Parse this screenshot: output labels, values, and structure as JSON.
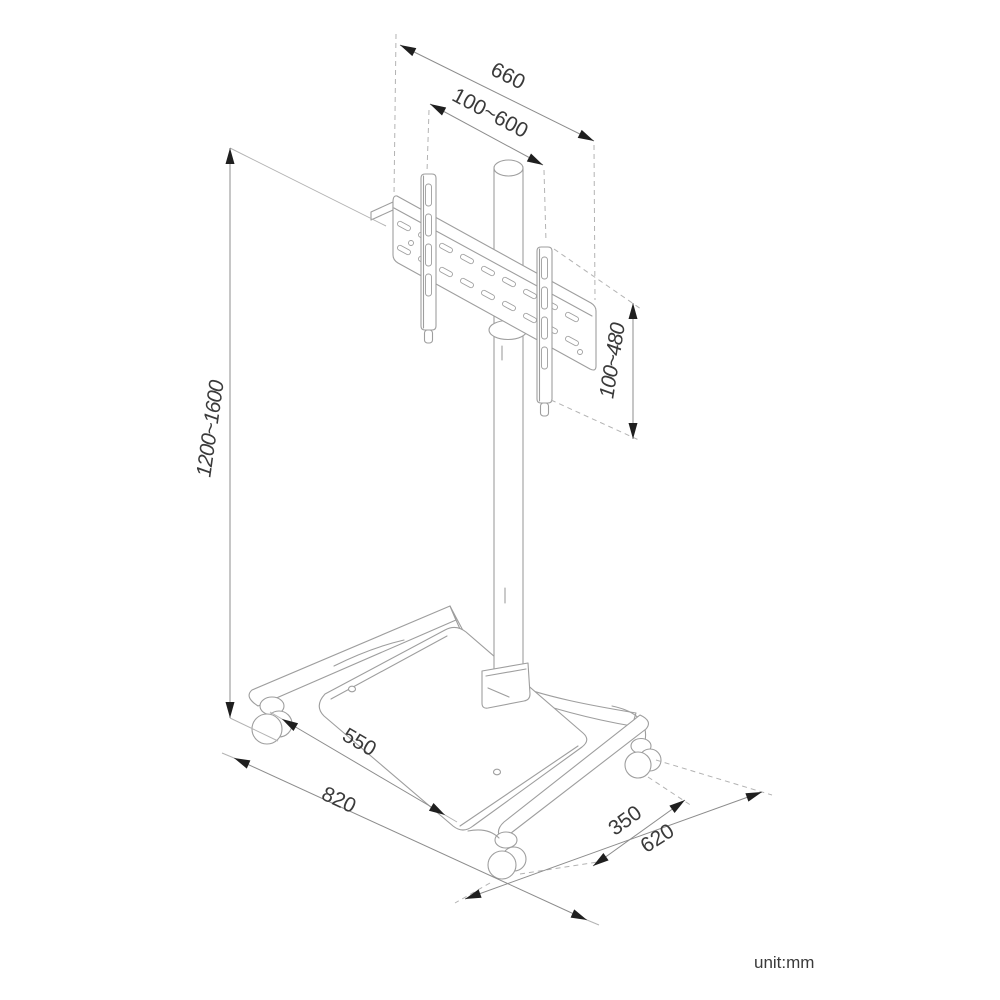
{
  "drawing": {
    "title": "tv-floor-stand-dimension-drawing",
    "unit_label": "unit:mm",
    "dims": {
      "rail_width": "660",
      "vesa_width": "100~600",
      "vesa_height": "100~480",
      "height_range": "1200~1600",
      "shelf_width": "550",
      "base_width": "820",
      "wheelbase": "350",
      "base_depth": "620"
    },
    "colors": {
      "bg": "#ffffff",
      "line": "#9e9e9e",
      "dim_line": "#8c8c8c",
      "ext_line": "#b3b3b3",
      "arrow": "#1f1f1f",
      "text": "#3a3a3a"
    }
  }
}
